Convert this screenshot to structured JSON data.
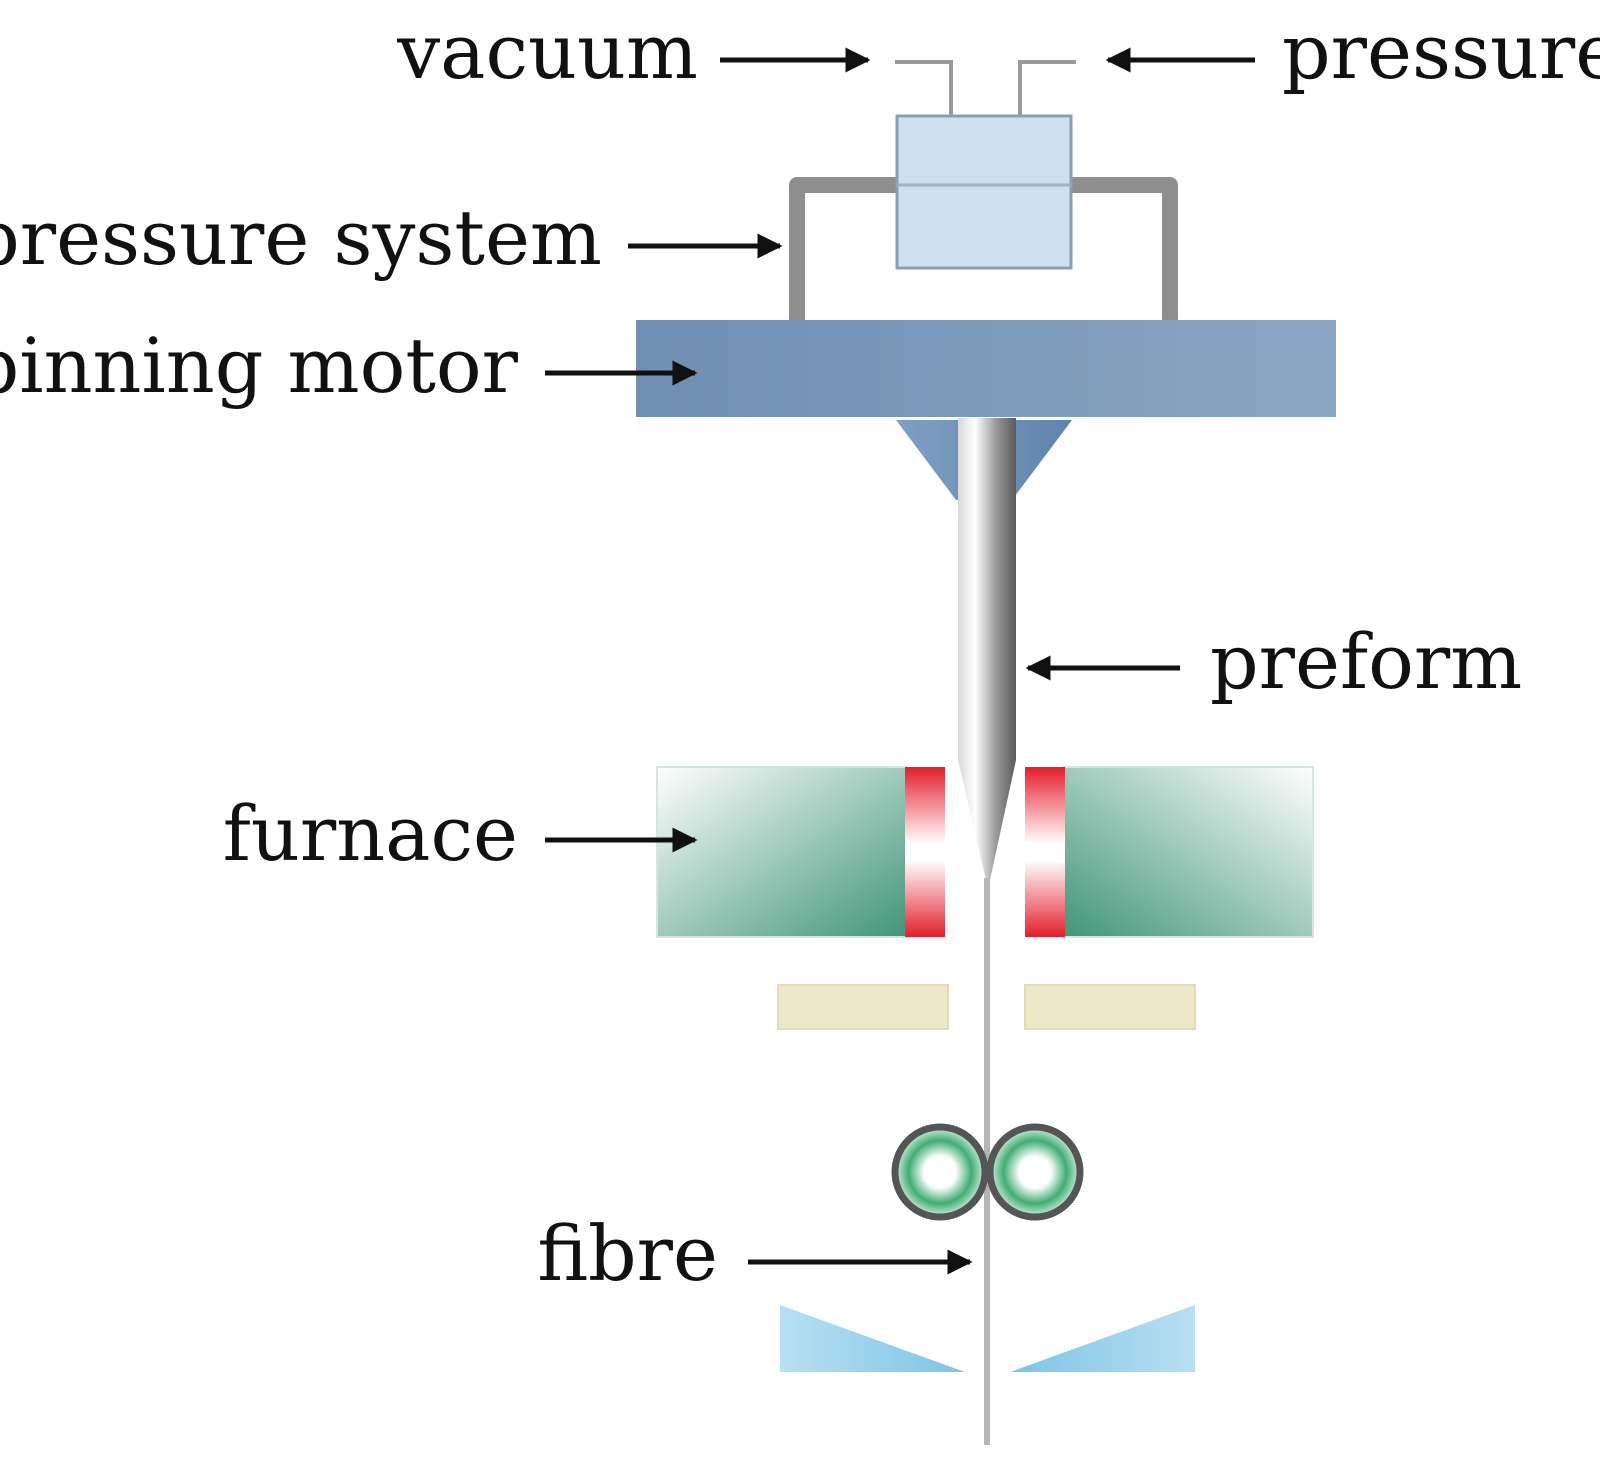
{
  "labels": {
    "vacuum": "vacuum",
    "pressure": "pressure",
    "pressure_system": "pressure system",
    "spinning_motor": "spinning motor",
    "preform": "preform",
    "furnace": "furnace",
    "fibre": "fibre"
  },
  "colors": {
    "text": "#111111",
    "arrow": "#111111",
    "pressure_frame": "#8e8e8e",
    "pressure_box": "#cde0f0",
    "motor": "#7f9fbf",
    "furnace_body": "#4f9f86",
    "heater": "#e41e2b",
    "coating_unit": "#ede8c8",
    "capstan": "#3fae73",
    "guide": "#8fcbe6",
    "fibre": "#b5b5b5"
  }
}
